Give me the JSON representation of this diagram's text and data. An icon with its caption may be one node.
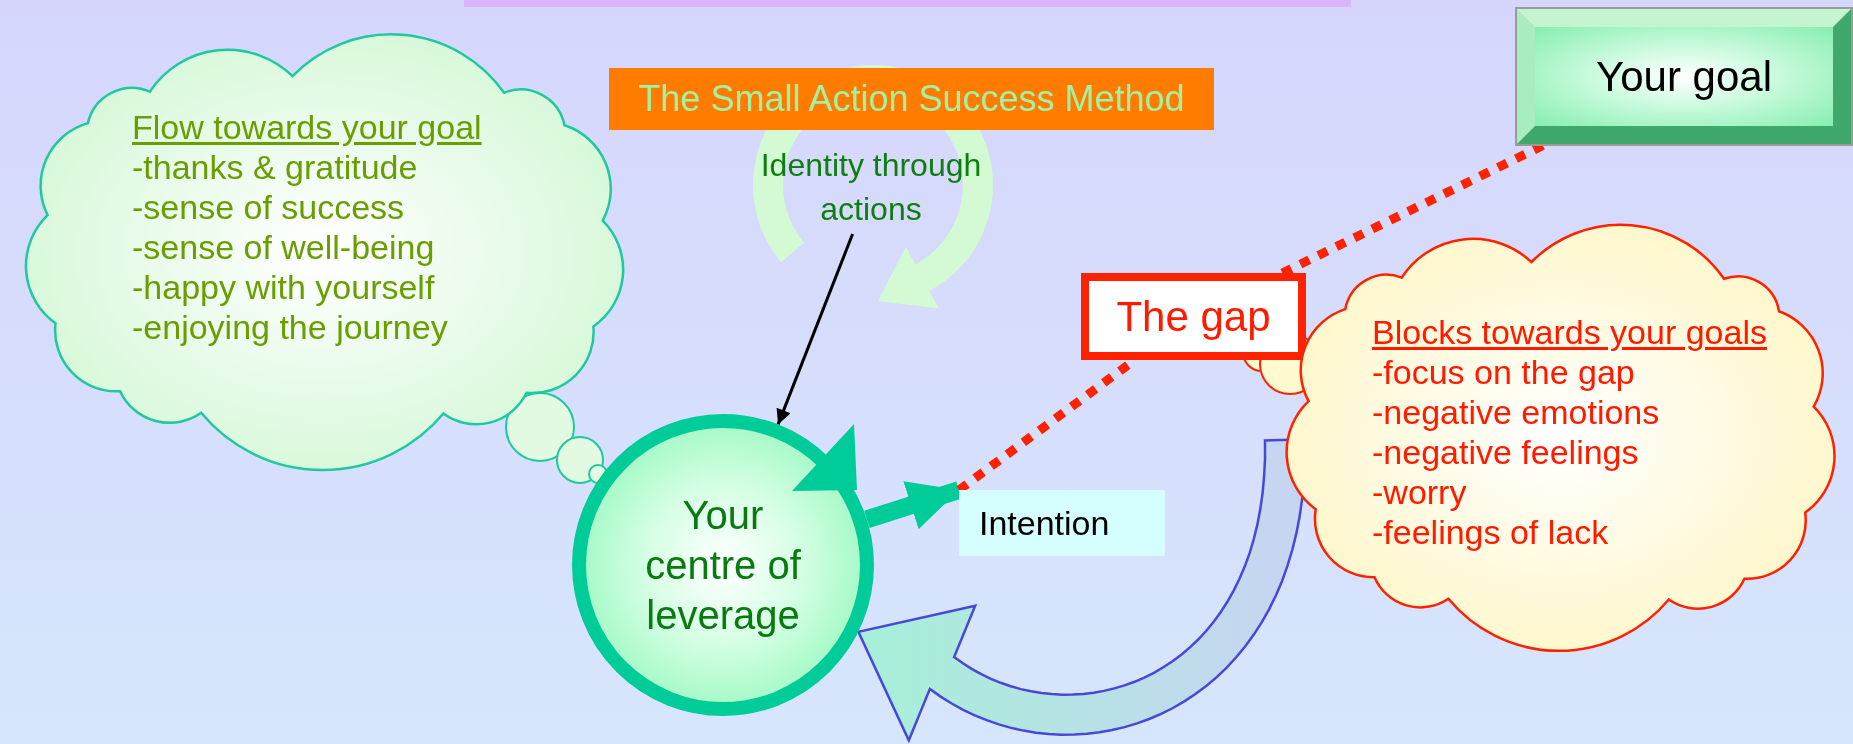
{
  "diagram": {
    "nodes": [
      {
        "text": [
          "Flow towards your goal",
          "-thanks & gratitude",
          "-sense of success",
          "-sense of well-being",
          "-happy with yourself",
          "-enjoying the journey"
        ]
      },
      {
        "text": [
          "The Small Action Success Method"
        ]
      },
      {
        "text": [
          "Identity through actions"
        ]
      },
      {
        "text": [
          "Your goal"
        ]
      },
      {
        "text": [
          "The gap"
        ]
      },
      {
        "text": [
          "Blocks towards your goals",
          "-focus on the gap",
          "-negative emotions",
          "-negative feelings",
          "-worry",
          "-feelings of lack"
        ]
      },
      {
        "text": [
          "Your centre of leverage"
        ]
      },
      {
        "text": [
          "Intention"
        ]
      }
    ],
    "edges": [
      {
        "from": 2,
        "to": 6,
        "arrow": "to",
        "color": "#000000"
      },
      {
        "from": 6,
        "to": 7,
        "arrow": "to",
        "style": "thick",
        "color": "#00cc99"
      },
      {
        "from": 7,
        "to": 4,
        "arrow": "none",
        "style": "dashed",
        "color": "#ff2200"
      },
      {
        "from": 4,
        "to": 3,
        "arrow": "none",
        "style": "dashed",
        "color": "#ff2200"
      },
      {
        "from": 5,
        "to": 6,
        "arrow": "to",
        "style": "thick",
        "color": "#4848d8"
      }
    ]
  }
}
